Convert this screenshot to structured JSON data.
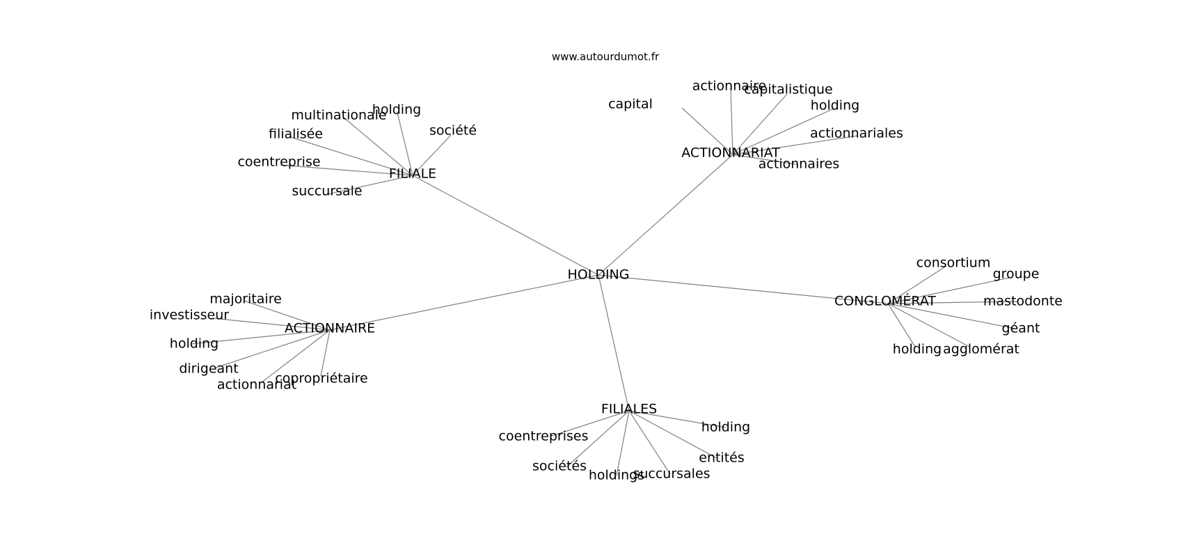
{
  "site": "www.autourdumot.fr",
  "center": "HOLDING",
  "clusters": [
    {
      "hub": "FILIALE",
      "leaves": [
        "multinationale",
        "holding",
        "société",
        "filialisée",
        "coentreprise",
        "succursale"
      ]
    },
    {
      "hub": "ACTIONNARIAT",
      "leaves": [
        "actionnaire",
        "capitalistique",
        "holding",
        "capital",
        "actionnariales",
        "actionnaires"
      ]
    },
    {
      "hub": "CONGLOMÉRAT",
      "leaves": [
        "consortium",
        "groupe",
        "mastodonte",
        "géant",
        "holding",
        "agglomérat"
      ]
    },
    {
      "hub": "ACTIONNAIRE",
      "leaves": [
        "majoritaire",
        "investisseur",
        "holding",
        "dirigeant",
        "actionnariat",
        "copropriétaire"
      ]
    },
    {
      "hub": "FILIALES",
      "leaves": [
        "coentreprises",
        "holding",
        "entités",
        "sociétés",
        "holdings",
        "succursales"
      ]
    }
  ]
}
